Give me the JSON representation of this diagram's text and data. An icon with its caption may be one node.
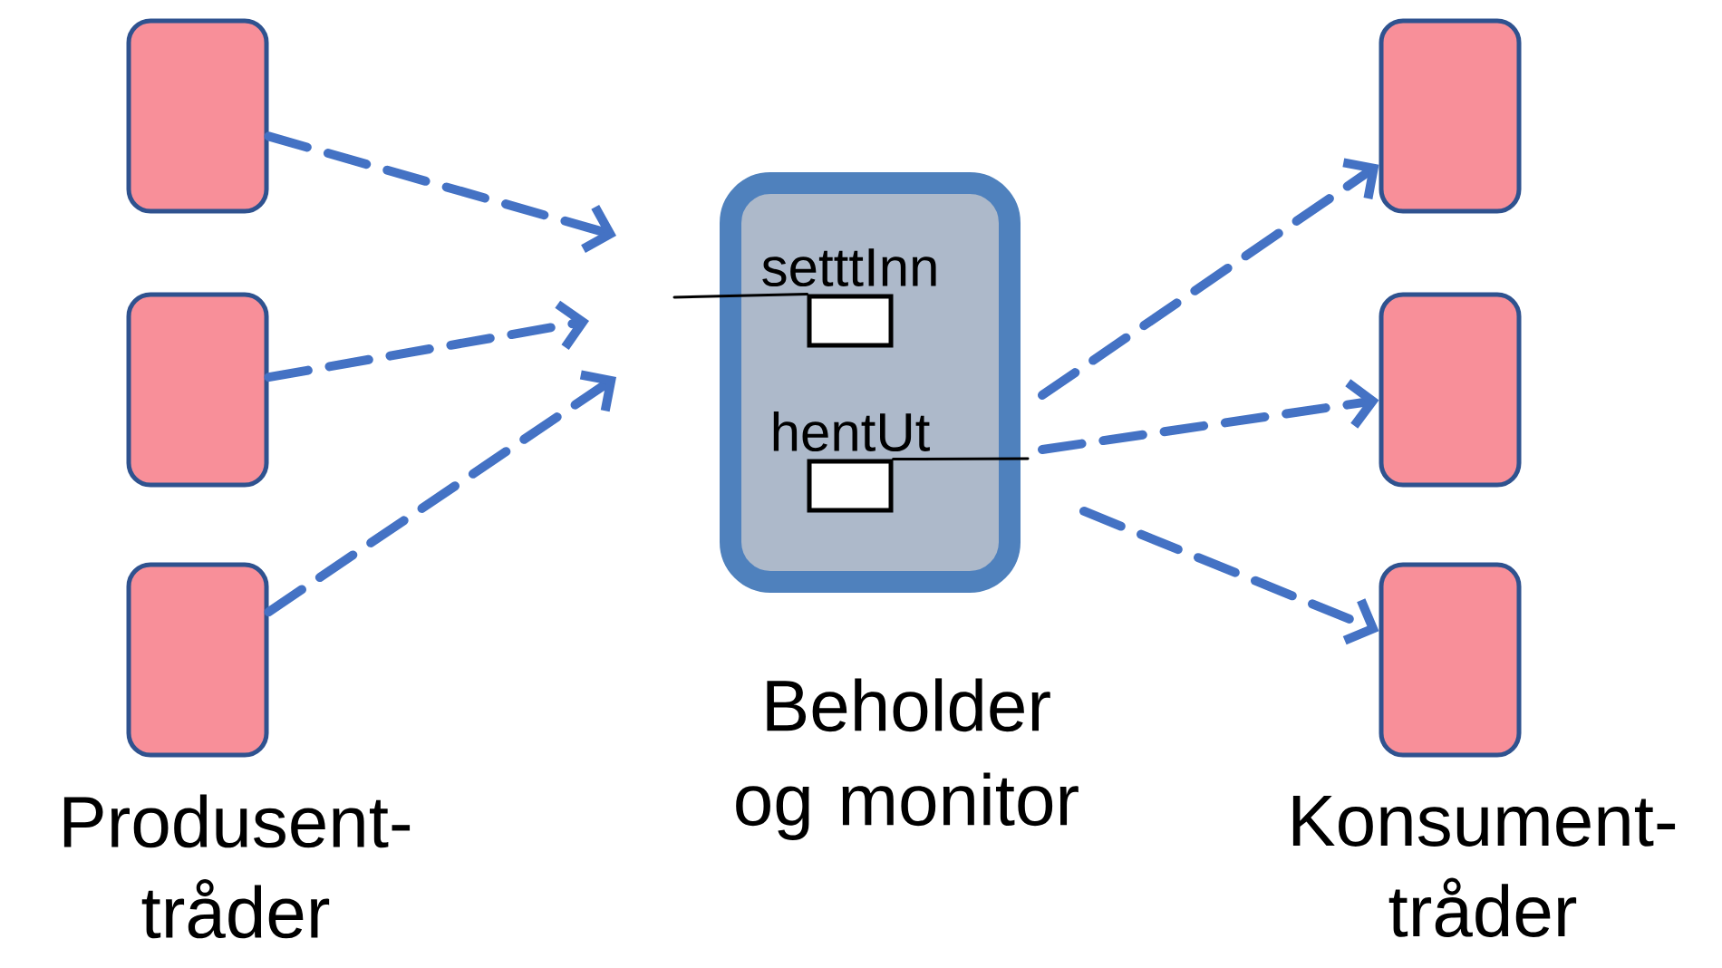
{
  "diagram": {
    "nodes": [
      {
        "text": [],
        "shape": "box"
      },
      {
        "text": [],
        "shape": "box"
      },
      {
        "text": [],
        "shape": "box"
      },
      {
        "text": [],
        "shape": "box",
        "beside": [
          "Beholder og monitor"
        ]
      },
      {
        "text": [
          "setttInn"
        ],
        "in": 3
      },
      {
        "text": [
          "hentUt"
        ],
        "in": 3
      },
      {
        "text": [],
        "shape": "box"
      },
      {
        "text": [],
        "shape": "box"
      },
      {
        "text": [],
        "shape": "box"
      }
    ],
    "edges": [
      {
        "from": 0,
        "to": null,
        "arrow": "to",
        "style": "dashed"
      },
      {
        "from": 1,
        "to": null,
        "arrow": "to",
        "style": "dashed"
      },
      {
        "from": 2,
        "to": null,
        "arrow": "to",
        "style": "dashed"
      },
      {
        "from": null,
        "to": 4,
        "arrow": "none",
        "color": "#000000"
      },
      {
        "from": 5,
        "to": null,
        "arrow": "none",
        "color": "#000000"
      },
      {
        "from": null,
        "to": 6,
        "arrow": "to",
        "style": "dashed"
      },
      {
        "from": null,
        "to": 7,
        "arrow": "to",
        "style": "dashed"
      },
      {
        "from": null,
        "to": 8,
        "arrow": "to",
        "style": "dashed"
      }
    ],
    "labels": [
      "Produsent- tråder",
      "Konsument- tråder"
    ]
  }
}
